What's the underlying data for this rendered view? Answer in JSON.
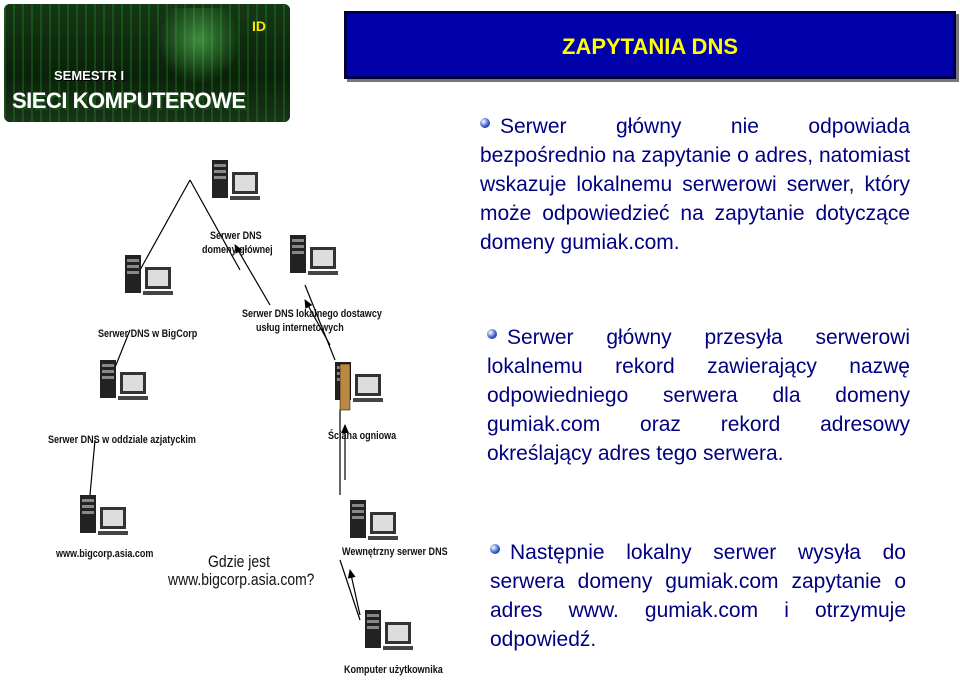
{
  "logo": {
    "badge": "ID",
    "semester": "SEMESTR I",
    "course": "SIECI KOMPUTEROWE"
  },
  "title": "ZAPYTANIA DNS",
  "paragraphs": [
    "Serwer główny nie odpowiada bezpośrednio na zapytanie o adres, natomiast wskazuje lokalnemu serwerowi serwer, który może odpowiedzieć na zapytanie dotyczące domeny gumiak.com.",
    "Serwer główny przesyła serwerowi lokalnemu rekord zawierający nazwę odpowiedniego serwera dla domeny gumiak.com oraz rekord adresowy określający adres tego serwera.",
    "Następnie lokalny serwer wysyła do serwera domeny gumiak.com zapytanie o adres www. gumiak.com i otrzymuje odpowiedź."
  ],
  "diagram": {
    "root_label_1": "Serwer DNS",
    "root_label_2": "domeny głównej",
    "isp_label_1": "Serwer DNS lokalnego dostawcy",
    "isp_label_2": "usług internetowych",
    "bigcorp_label": "Serwer DNS w BigCorp",
    "asia_label": "Serwer DNS w oddziale azjatyckim",
    "firewall_label": "Ściana ogniowa",
    "host_label": "www.bigcorp.asia.com",
    "question_1": "Gdzie jest",
    "question_2": "www.bigcorp.asia.com?",
    "internal_label": "Wewnętrzny serwer DNS",
    "user_label": "Komputer użytkownika"
  }
}
